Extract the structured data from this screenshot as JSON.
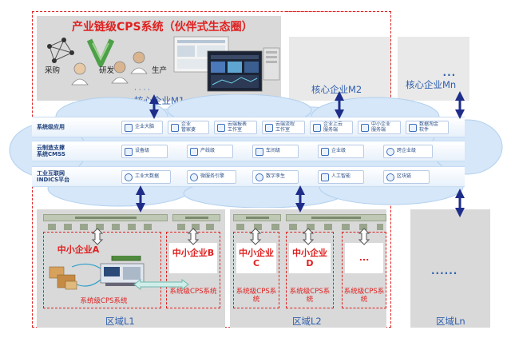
{
  "title": "产业链级CPS系统（伙伴式生态圈）",
  "roles": {
    "purchase": "采购",
    "rd": "研发",
    "production": "生产"
  },
  "cores": [
    {
      "label": "核心企业M1"
    },
    {
      "label": "核心企业M2"
    },
    {
      "label": "核心企业Mn",
      "prefix": "..."
    }
  ],
  "bands": [
    {
      "label_lines": [
        "系统级应用"
      ],
      "chips": [
        {
          "lines": [
            "企业大脑"
          ]
        },
        {
          "lines": [
            "企业",
            "管家婆"
          ]
        },
        {
          "lines": [
            "云端报表",
            "工作室"
          ]
        },
        {
          "lines": [
            "云端流程",
            "工作室"
          ]
        },
        {
          "lines": [
            "企业上云",
            "服务端"
          ]
        },
        {
          "lines": [
            "中小企业",
            "服务端"
          ]
        },
        {
          "lines": [
            "数据淘金",
            "软件"
          ]
        }
      ]
    },
    {
      "label_lines": [
        "云制造支撑",
        "系统CMSS"
      ],
      "chips": [
        {
          "lines": [
            "设备级"
          ]
        },
        {
          "lines": [
            "产线级"
          ]
        },
        {
          "lines": [
            "车间级"
          ]
        },
        {
          "lines": [
            "企业级"
          ]
        },
        {
          "lines": [
            "跨企业级"
          ]
        }
      ]
    },
    {
      "label_lines": [
        "工业互联网",
        "INDICS平台"
      ],
      "chips": [
        {
          "lines": [
            "工业大数据"
          ]
        },
        {
          "lines": [
            "微服务引擎"
          ]
        },
        {
          "lines": [
            "数字孪生"
          ]
        },
        {
          "lines": [
            "人工智能"
          ]
        },
        {
          "lines": [
            "区块链"
          ]
        }
      ]
    }
  ],
  "regions": [
    {
      "label": "区域L1",
      "smes": [
        {
          "name": "中小企业A",
          "system": "系统级CPS系统"
        },
        {
          "name": "中小企业B",
          "system": "系统级CPS系统"
        }
      ]
    },
    {
      "label": "区域L2",
      "smes": [
        {
          "name": "中小企业C",
          "system": "系统级CPS系统"
        },
        {
          "name": "中小企业D",
          "system": "系统级CPS系统"
        },
        {
          "name": "...",
          "system": "系统级CPS系统"
        }
      ]
    },
    {
      "label": "区域Ln",
      "placeholder": "......"
    }
  ],
  "colors": {
    "accent_red": "#e02020",
    "accent_blue": "#2e5fae",
    "arrow_navy": "#1f2d8a",
    "panel_grey": "#d9d9d9",
    "cloud": "#cfe3f6"
  }
}
